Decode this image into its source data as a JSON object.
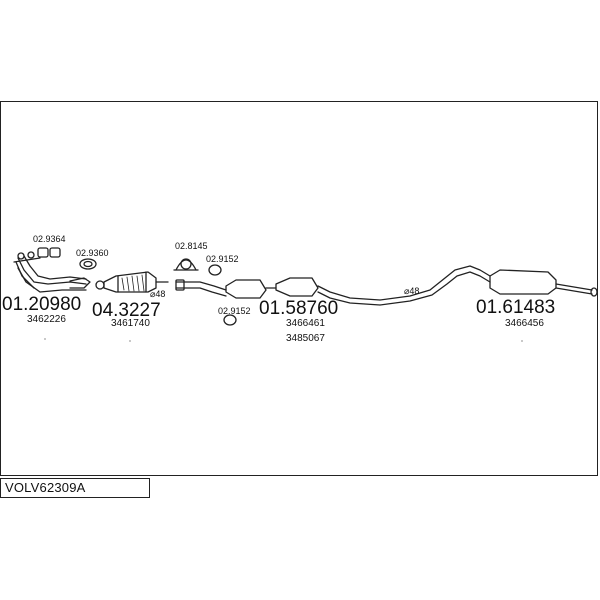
{
  "diagram_code": "VOLV62309A",
  "parts": [
    {
      "id": "front_pipe",
      "number": "01.20980",
      "ref": "3462226"
    },
    {
      "id": "catalyst",
      "number": "04.3227",
      "ref": "3461740"
    },
    {
      "id": "center_section",
      "number": "01.58760",
      "refs": [
        "3466461",
        "3485067"
      ]
    },
    {
      "id": "rear_silencer",
      "number": "01.61483",
      "ref": "3466456"
    }
  ],
  "fittings": [
    {
      "id": "gasket_a",
      "number": "02.9364"
    },
    {
      "id": "gasket_b",
      "number": "02.9360"
    },
    {
      "id": "clamp_a",
      "number": "02.8145"
    },
    {
      "id": "ring_upper",
      "number": "02.9152"
    },
    {
      "id": "ring_lower",
      "number": "02.9152"
    }
  ],
  "diameters": [
    {
      "id": "d1",
      "label": "⌀48"
    },
    {
      "id": "d2",
      "label": "⌀48"
    }
  ]
}
